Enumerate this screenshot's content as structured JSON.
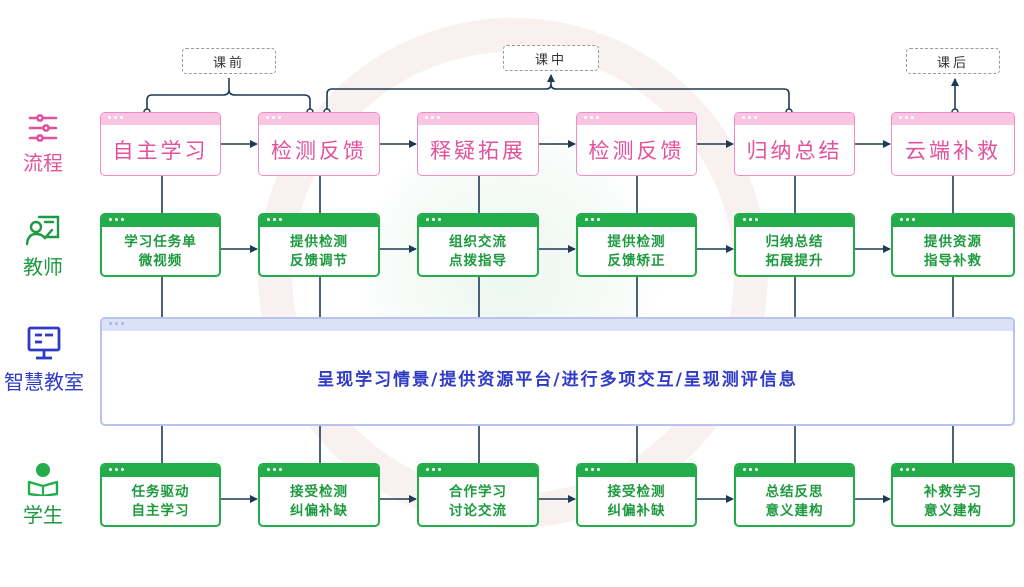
{
  "phases": [
    "课前",
    "课中",
    "课后"
  ],
  "row_labels": {
    "process": "流程",
    "teacher": "教师",
    "classroom": "智慧教室",
    "student": "学生"
  },
  "process_steps": [
    "自主学习",
    "检测反馈",
    "释疑拓展",
    "检测反馈",
    "归纳总结",
    "云端补救"
  ],
  "teacher_steps": [
    "学习任务单\n微视频",
    "提供检测\n反馈调节",
    "组织交流\n点拨指导",
    "提供检测\n反馈矫正",
    "归纳总结\n拓展提升",
    "提供资源\n指导补救"
  ],
  "classroom_text": "呈现学习情景/提供资源平台/进行多项交互/呈现测评信息",
  "student_steps": [
    "任务驱动\n自主学习",
    "接受检测\n纠偏补缺",
    "合作学习\n讨论交流",
    "接受检测\n纠偏补缺",
    "总结反思\n意义建构",
    "补救学习\n意义建构"
  ],
  "colors": {
    "pink": "#e3509d",
    "green": "#1d9a3f",
    "blue": "#2f3bc8",
    "line": "#1f3a55"
  },
  "icons": {
    "process": "flow-icon",
    "teacher": "teacher-icon",
    "classroom": "monitor-icon",
    "student": "student-icon"
  }
}
